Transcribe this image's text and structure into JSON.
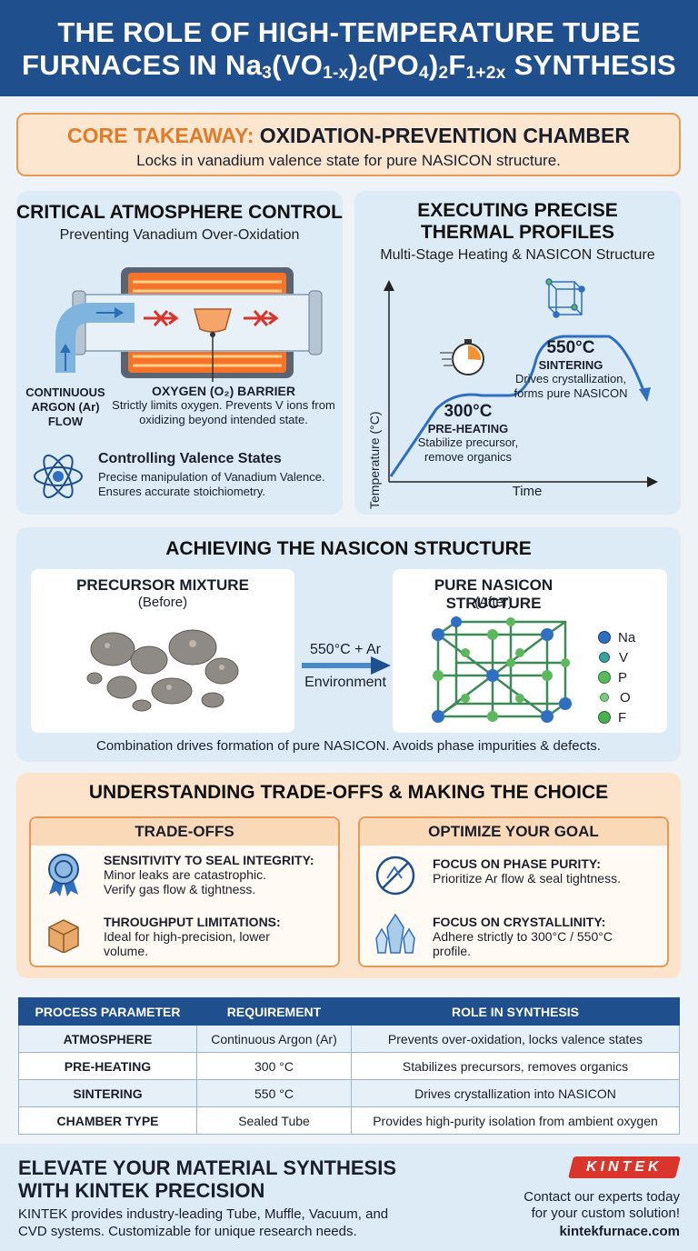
{
  "header": {
    "line1": "THE ROLE OF HIGH-TEMPERATURE TUBE",
    "line2_pre": "FURNACES IN Na",
    "sub3": "3",
    "vo": "(VO",
    "sub1x": "1-x",
    "close1": ")",
    "sub2a": "2",
    "po4": "(PO",
    "sub4": "4",
    "close2": ")",
    "sub2b": "2",
    "f": "F",
    "sub12x": "1+2x",
    "line2_post": " SYNTHESIS"
  },
  "takeaway": {
    "label": "CORE TAKEAWAY:",
    "title": "OXIDATION-PREVENTION CHAMBER",
    "text": "Locks in vanadium valence state for pure NASICON structure."
  },
  "atmosphere": {
    "title": "CRITICAL ATMOSPHERE CONTROL",
    "subtitle": "Preventing Vanadium Over-Oxidation",
    "argon_label": "CONTINUOUS ARGON (Ar) FLOW",
    "argon_l1": "CONTINUOUS",
    "argon_l2": "ARGON (Ar)",
    "argon_l3": "FLOW",
    "barrier_title": "OXYGEN (O₂) BARRIER",
    "barrier_l1": "Strictly limits oxygen. Prevents V ions from",
    "barrier_l2": "oxidizing beyond intended state.",
    "valence_title": "Controlling Valence States",
    "valence_l1": "Precise manipulation of Vanadium Valence.",
    "valence_l2": "Ensures accurate stoichiometry."
  },
  "thermal": {
    "title_l1": "EXECUTING PRECISE",
    "title_l2": "THERMAL PROFILES",
    "subtitle": "Multi-Stage Heating & NASICON Structure",
    "y_axis": "Temperature (°C)",
    "x_axis": "Time",
    "stage1_temp": "300°C",
    "stage1_name": "PRE-HEATING",
    "stage1_l1": "Stabilize precursor,",
    "stage1_l2": "remove organics",
    "stage2_temp": "550°C",
    "stage2_name": "SINTERING",
    "stage2_l1": "Drives crystallization,",
    "stage2_l2": "forms pure NASICON"
  },
  "nasicon": {
    "title": "ACHIEVING THE NASICON STRUCTURE",
    "before_title": "PRECURSOR MIXTURE",
    "before_sub": "(Before)",
    "arrow_top": "550°C + Ar",
    "arrow_bottom": "Environment",
    "after_title": "PURE NASICON STRUCTURE",
    "after_sub": "(After)",
    "legend": [
      {
        "label": "Na",
        "color": "#2e6fc2"
      },
      {
        "label": "V",
        "color": "#3aa0a0"
      },
      {
        "label": "P",
        "color": "#5cb85c"
      },
      {
        "label": "O",
        "color": "#7fc97f"
      },
      {
        "label": "F",
        "color": "#4caf50"
      }
    ],
    "caption": "Combination drives formation of pure NASICON. Avoids phase impurities & defects."
  },
  "tradeoffs": {
    "title": "UNDERSTANDING TRADE-OFFS & MAKING THE CHOICE",
    "left_head": "TRADE-OFFS",
    "left_items": [
      {
        "title": "SENSITIVITY TO SEAL INTEGRITY:",
        "l1": "Minor leaks are catastrophic.",
        "l2": "Verify gas flow & tightness."
      },
      {
        "title": "THROUGHPUT LIMITATIONS:",
        "l1": "Ideal for high-precision, lower",
        "l2": "volume."
      }
    ],
    "right_head": "OPTIMIZE YOUR GOAL",
    "right_items": [
      {
        "title": "FOCUS ON PHASE PURITY:",
        "l1": "Prioritize Ar flow & seal tightness.",
        "l2": ""
      },
      {
        "title": "FOCUS ON CRYSTALLINITY:",
        "l1": "Adhere strictly to 300°C / 550°C",
        "l2": "profile."
      }
    ]
  },
  "table": {
    "headers": [
      "PROCESS PARAMETER",
      "REQUIREMENT",
      "ROLE IN SYNTHESIS"
    ],
    "rows": [
      [
        "ATMOSPHERE",
        "Continuous Argon (Ar)",
        "Prevents over-oxidation, locks valence states"
      ],
      [
        "PRE-HEATING",
        "300 °C",
        "Stabilizes precursors, removes organics"
      ],
      [
        "SINTERING",
        "550 °C",
        "Drives crystallization into NASICON"
      ],
      [
        "CHAMBER TYPE",
        "Sealed Tube",
        "Provides high-purity isolation from ambient oxygen"
      ]
    ]
  },
  "footer": {
    "title_l1": "ELEVATE YOUR MATERIAL SYNTHESIS",
    "title_l2": "WITH KINTEK PRECISION",
    "text_l1": "KINTEK provides industry-leading Tube, Muffle, Vacuum, and",
    "text_l2": "CVD systems. Customizable for unique research needs.",
    "logo": "KINTEK",
    "cta_l1": "Contact our experts today",
    "cta_l2": "for your custom solution!",
    "url": "kintekfurnace.com"
  }
}
